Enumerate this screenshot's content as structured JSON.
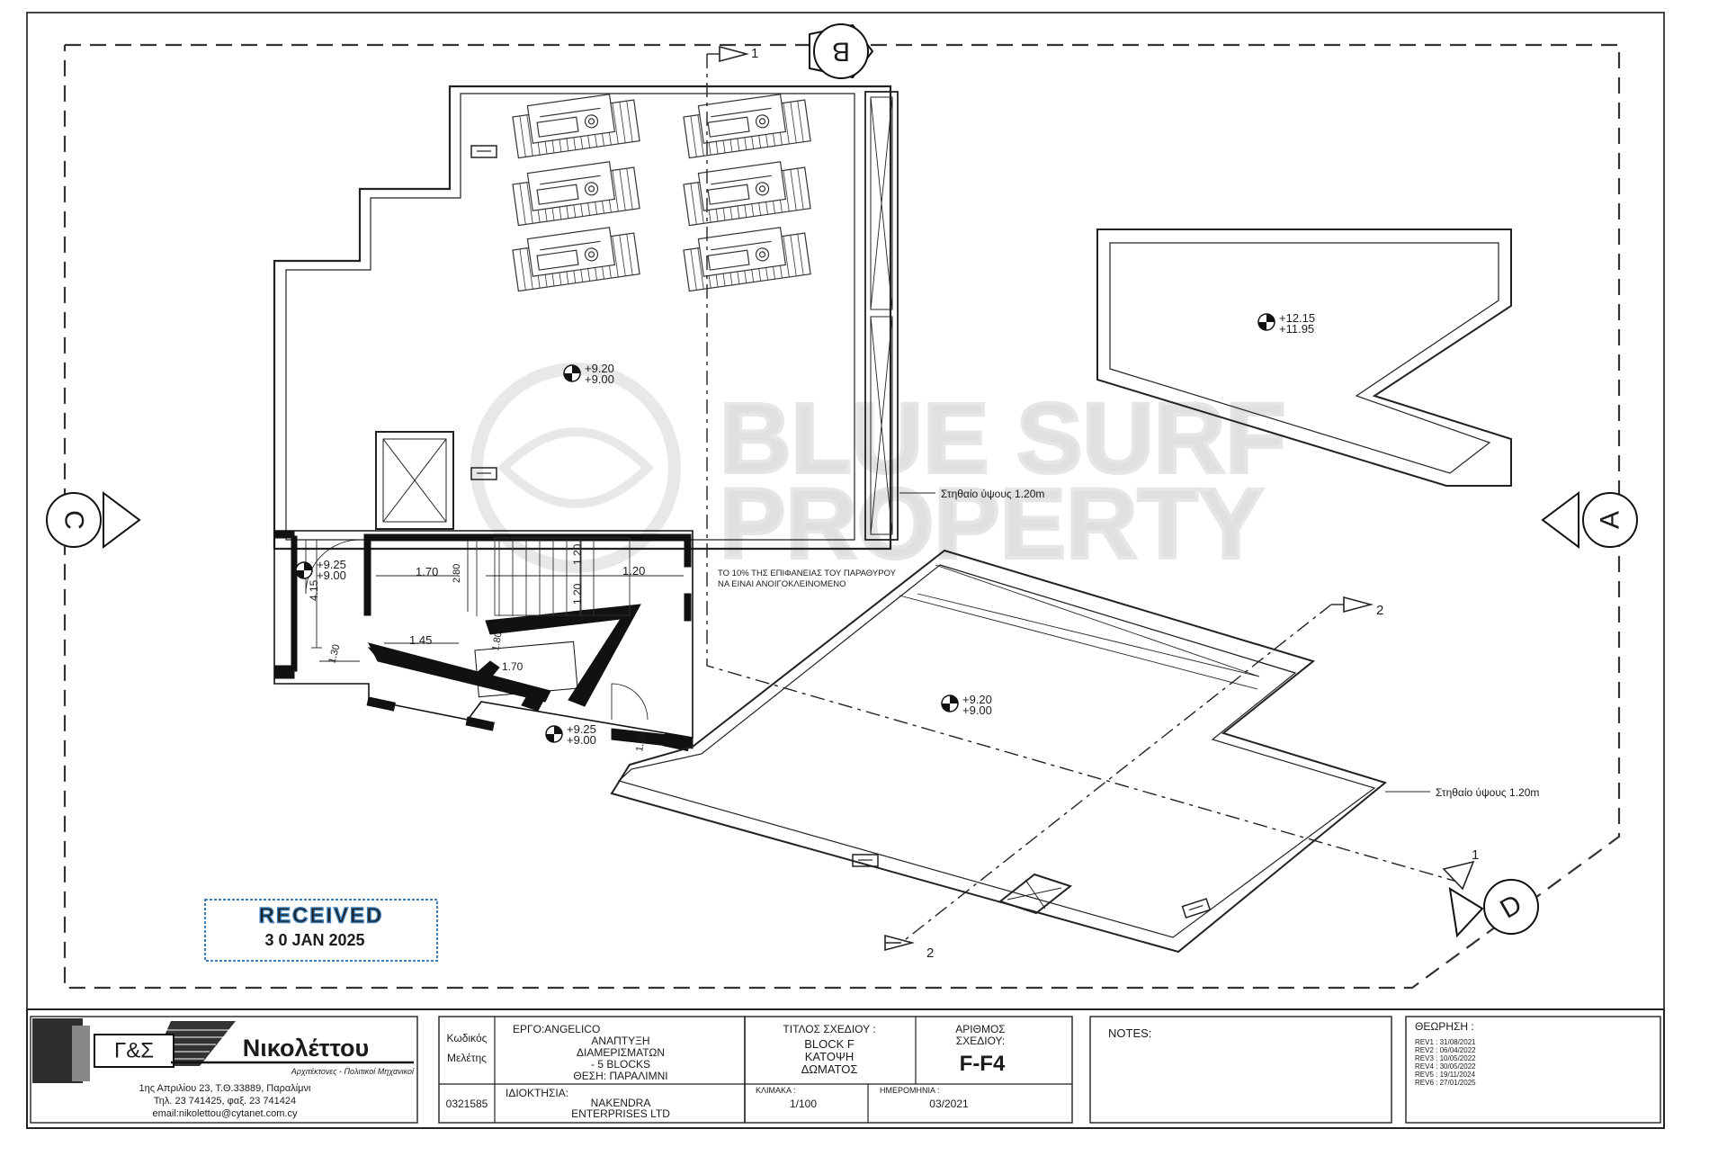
{
  "axes": {
    "a": "A",
    "b": "B",
    "c": "C",
    "d": "D"
  },
  "section_markers": {
    "top": "1",
    "right_upper": "2",
    "right_lower": "1",
    "bottom": "2"
  },
  "levels": {
    "roof_main": [
      "+9.20",
      "+9.00"
    ],
    "roof_upper": [
      "+12.15",
      "+11.95"
    ],
    "roof_lower": [
      "+9.20",
      "+9.00"
    ],
    "stair_left": [
      "+9.25",
      "+9.00"
    ],
    "stair_bottom": [
      "+9.25",
      "+9.00"
    ]
  },
  "dimensions": {
    "d_415": "4.15",
    "d_170": "1.70",
    "d_280": "2.80",
    "d_120_top": "1.20",
    "d_120_mid": "1.20",
    "d_120_low": "1.20",
    "d_145": "1.45",
    "d_130_left": "1.30",
    "d_180": "1.80",
    "d_170_low": "1.70",
    "d_130_right": "1.30"
  },
  "notes": {
    "parapet_1": "Στηθαίο ύψους 1.20m",
    "parapet_2": "Στηθαίο ύψους 1.20m",
    "window_line1": "ΤΟ 10% ΤΗΣ ΕΠΙΦΑΝΕΙΑΣ ΤΟΥ ΠΑΡΑΘΥΡΟΥ",
    "window_line2": "ΝΑ ΕΙΝΑΙ ΑΝΟΙΓΟΚΛΕΙΝΟΜΕΝΟ"
  },
  "stamp": {
    "title": "RECEIVED",
    "date": "3 0  JAN  2025"
  },
  "watermark": {
    "line1": "BLUE SURF",
    "line2": "PROPERTY"
  },
  "title_block": {
    "company": {
      "logo_symbol": "Γ&Σ",
      "name": "Νικολέττου",
      "subtitle": "Αρχιτέκτονες - Πολιτικοί Μηχανικοί",
      "address": "1ης Απριλίου 23, Τ.Θ.33889, Παραλίμνι",
      "phone": "Τηλ. 23 741425, φαξ. 23 741424",
      "email": "email:nikolettou@cytanet.com.cy"
    },
    "study_code_label_1": "Κωδικός",
    "study_code_label_2": "Μελέτης",
    "study_code": "0321585",
    "project_line1": "ΕΡΓΟ:ANGELICO",
    "project_line2": "ΑΝΑΠΤΥΞΗ",
    "project_line3": "ΔΙΑΜΕΡΙΣΜΑΤΩΝ",
    "project_line4": "- 5 BLOCKS",
    "project_line5": "ΘΕΣΗ: ΠΑΡΑΛΙΜΝΙ",
    "owner_label": "ΙΔΙΟΚΤΗΣΙΑ:",
    "owner_line1": "NAKENDRA",
    "owner_line2": "ENTERPRISES LTD",
    "drawing_title_label": "ΤΙΤΛΟΣ ΣΧΕΔΙΟΥ :",
    "drawing_title_line1": "BLOCK F",
    "drawing_title_line2": "ΚΑΤΟΨΗ",
    "drawing_title_line3": "ΔΩΜΑΤΟΣ",
    "drawing_no_label1": "ΑΡΙΘΜΟΣ",
    "drawing_no_label2": "ΣΧΕΔΙΟΥ:",
    "drawing_no": "F-F4",
    "scale_label": "ΚΛΙΜΑΚΑ :",
    "scale": "1/100",
    "date_label": "ΗΜΕΡΟΜΗΝΙΑ :",
    "date": "03/2021",
    "notes_label": "NOTES:",
    "revisions_label": "ΘΕΩΡΗΣΗ :",
    "revisions": [
      "REV1 : 31/08/2021",
      "REV2 : 06/04/2022",
      "REV3 : 10/05/2022",
      "REV4 : 30/05/2022",
      "REV5 : 19/11/2024",
      "REV6 : 27/01/2025"
    ]
  }
}
